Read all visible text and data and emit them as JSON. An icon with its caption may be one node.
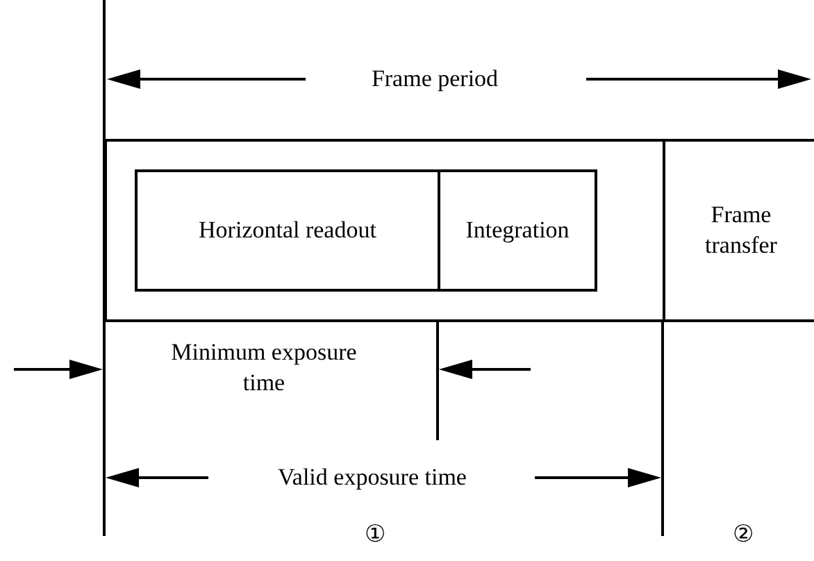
{
  "diagram": {
    "nodes": [
      {
        "text": [],
        "shape": "box"
      },
      {
        "text": [
          "Horizontal readout"
        ],
        "in": 0
      },
      {
        "text": [
          "Integration"
        ],
        "in": 0
      },
      {
        "text": [
          "Frame transfer"
        ]
      }
    ],
    "labels": [
      "Frame period",
      "Minimum exposure time",
      "Valid exposure time",
      "①",
      "②"
    ]
  }
}
